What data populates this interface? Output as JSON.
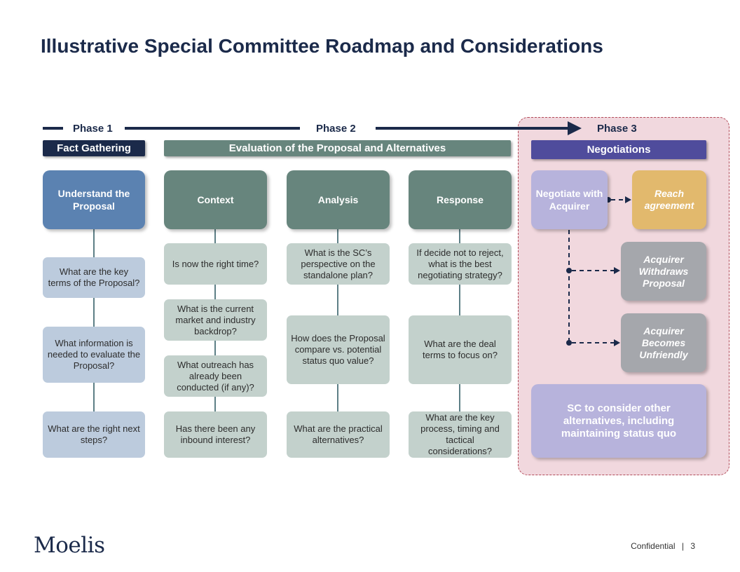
{
  "title": "Illustrative Special Committee Roadmap and Considerations",
  "phases": {
    "phase1": "Phase 1",
    "phase2": "Phase 2",
    "phase3": "Phase 3"
  },
  "stages": {
    "fact_gathering": "Fact Gathering",
    "evaluation": "Evaluation of the Proposal and Alternatives",
    "negotiations": "Negotiations"
  },
  "columns": {
    "understand": {
      "header": "Understand the Proposal",
      "questions": [
        "What are the key terms of the Proposal?",
        "What information is needed to evaluate the Proposal?",
        "What are the right next steps?"
      ]
    },
    "context": {
      "header": "Context",
      "questions": [
        "Is now the right time?",
        "What is the current market and industry backdrop?",
        "What outreach has already been conducted (if any)?",
        "Has there been any inbound interest?"
      ]
    },
    "analysis": {
      "header": "Analysis",
      "questions": [
        "What is the SC’s perspective on the standalone plan?",
        "How does the Proposal compare vs. potential status quo value?",
        "What are the practical alternatives?"
      ]
    },
    "response": {
      "header": "Response",
      "questions": [
        "If decide not to reject, what is the best negotiating strategy?",
        "What are the deal terms to focus on?",
        "What are the key process, timing and tactical considerations?"
      ]
    }
  },
  "negotiation": {
    "negotiate": "Negotiate with Acquirer",
    "reach": "Reach agreement",
    "withdraws": "Acquirer Withdraws Proposal",
    "unfriendly": "Acquirer Becomes Unfriendly",
    "other": "SC to consider other alternatives, including maintaining status quo"
  },
  "footer": {
    "logo": "Moelis",
    "confidential": "Confidential",
    "separator": "|",
    "page": "3"
  },
  "colors": {
    "navy": "#1b2a4a",
    "blue_header": "#5b82b1",
    "blue_light": "#bccbdd",
    "teal_header": "#67857d",
    "teal_light": "#c3d1cc",
    "purple_bar": "#4f4c9c",
    "lavender": "#b7b3dc",
    "gold": "#e2b96d",
    "grey": "#a5a7ac",
    "phase3_fill": "#f1d8de"
  }
}
